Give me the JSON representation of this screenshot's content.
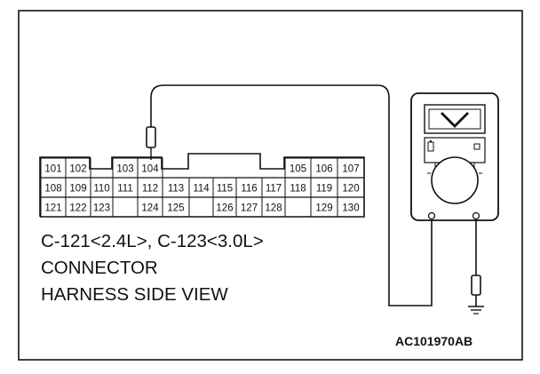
{
  "connector": {
    "caption_line1": "C-121<2.4L>, C-123<3.0L>",
    "caption_line2": "CONNECTOR",
    "caption_line3": "HARNESS SIDE VIEW",
    "row1": [
      "101",
      "102",
      "",
      "103",
      "104",
      "",
      "",
      "",
      "",
      "105",
      "106",
      "107"
    ],
    "row2": [
      "108",
      "109",
      "110",
      "111",
      "112",
      "113",
      "114",
      "115",
      "116",
      "117",
      "118",
      "119",
      "120"
    ],
    "row3": [
      "121",
      "122",
      "123",
      "",
      "124",
      "125",
      "",
      "126",
      "127",
      "128",
      "",
      "129",
      "130"
    ],
    "probed_pin": "104"
  },
  "figure_id": "AC101970AB",
  "meter": {
    "display_icon": "voltage-v-icon",
    "function_icon": "battery-icon"
  }
}
